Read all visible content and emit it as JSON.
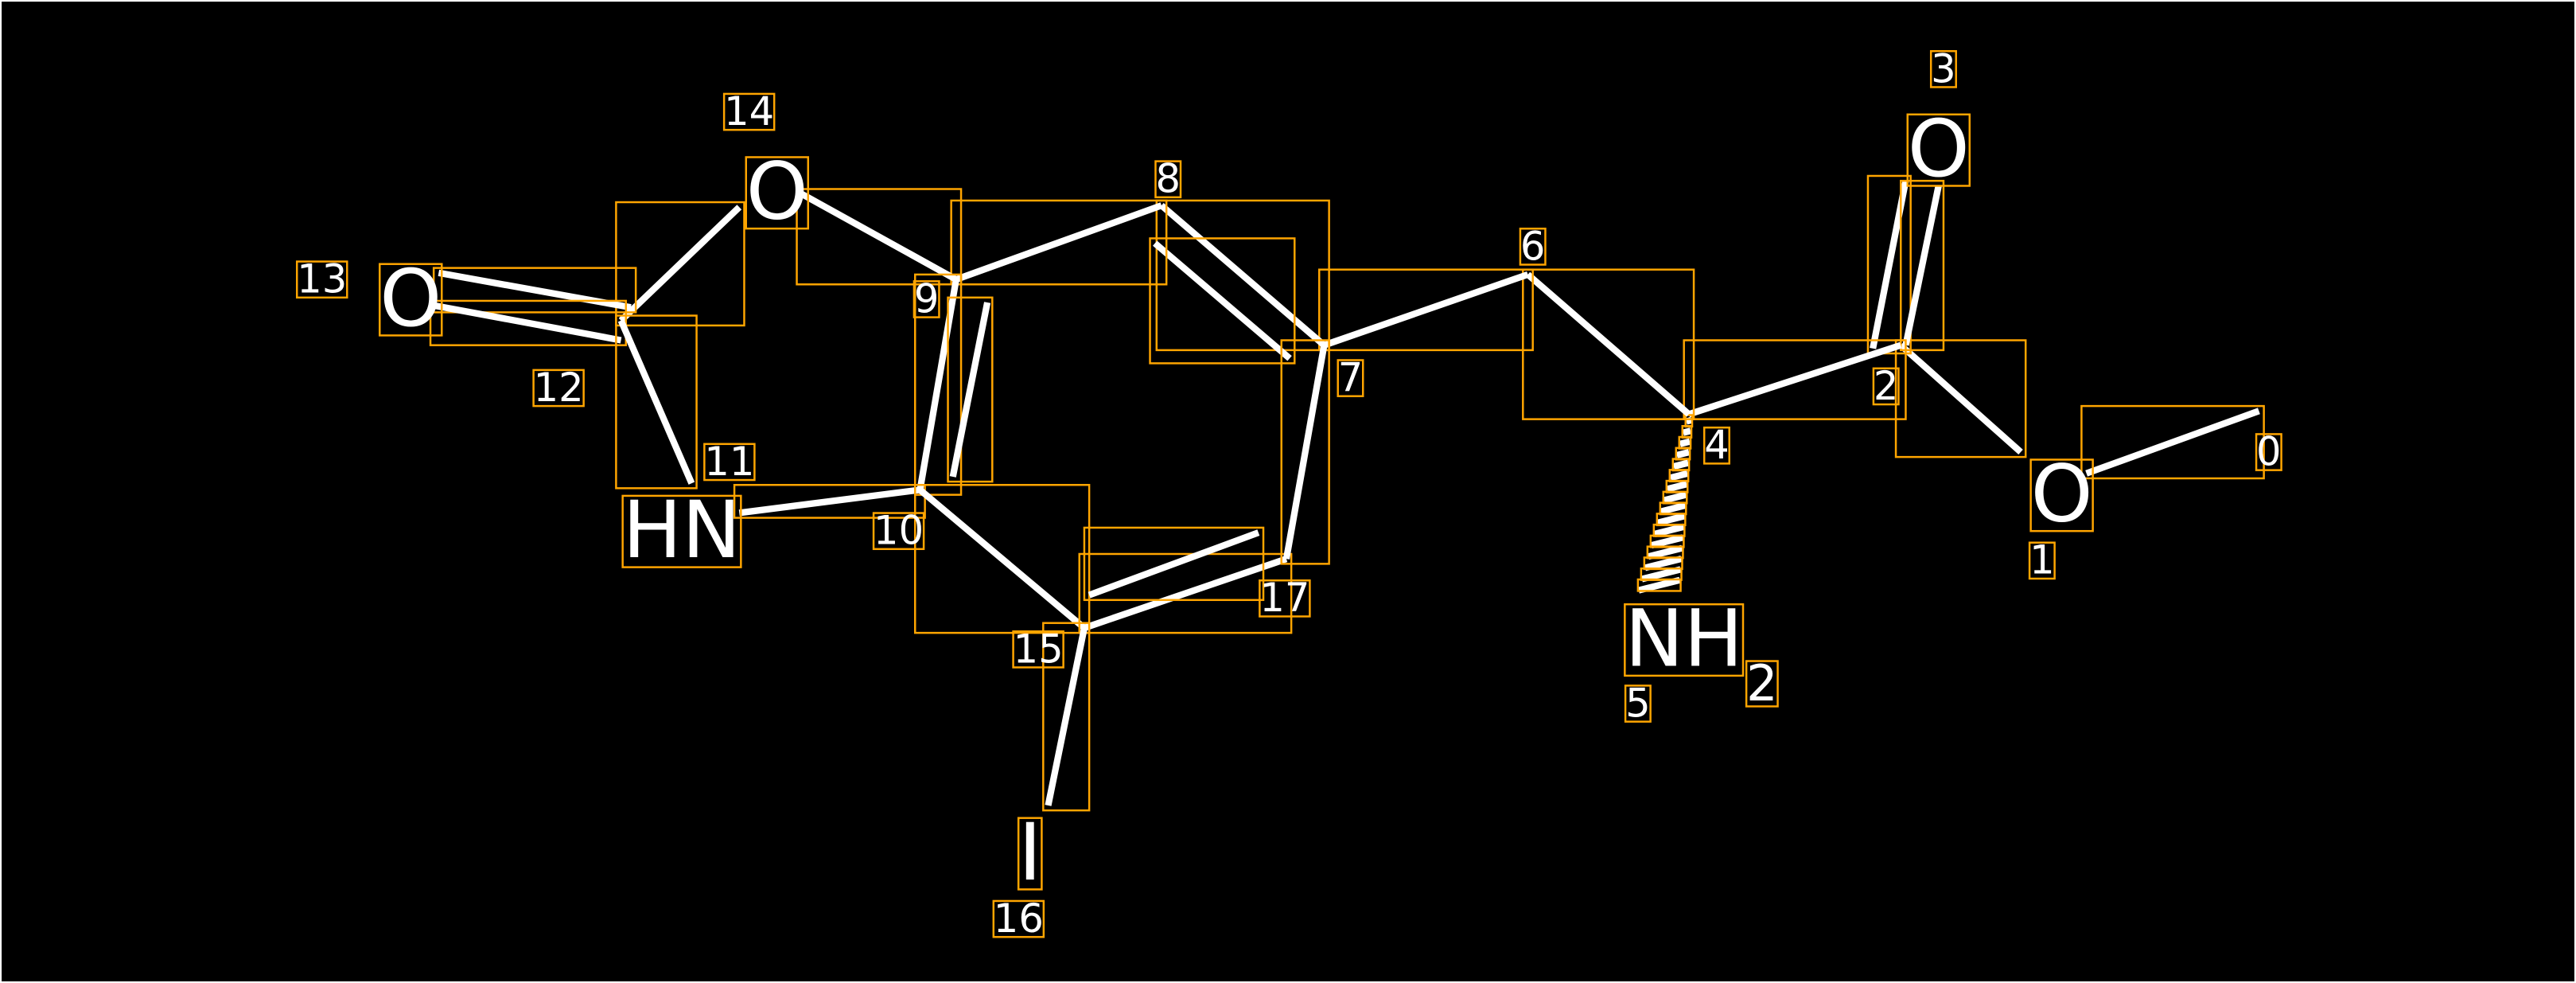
{
  "colors": {
    "background": "#000000",
    "bond": "#ffffff",
    "box": "#FFA500"
  },
  "atoms": [
    {
      "index": "0",
      "symbol": ""
    },
    {
      "index": "1",
      "symbol": "O"
    },
    {
      "index": "2",
      "symbol": ""
    },
    {
      "index": "3",
      "symbol": "O"
    },
    {
      "index": "4",
      "symbol": ""
    },
    {
      "index": "5",
      "symbol": "NH",
      "subscript": "2"
    },
    {
      "index": "6",
      "symbol": ""
    },
    {
      "index": "7",
      "symbol": ""
    },
    {
      "index": "8",
      "symbol": ""
    },
    {
      "index": "9",
      "symbol": ""
    },
    {
      "index": "10",
      "symbol": ""
    },
    {
      "index": "11",
      "symbol": "HN"
    },
    {
      "index": "12",
      "symbol": ""
    },
    {
      "index": "13",
      "symbol": "O"
    },
    {
      "index": "14",
      "symbol": "O"
    },
    {
      "index": "15",
      "symbol": ""
    },
    {
      "index": "16",
      "symbol": "I"
    },
    {
      "index": "17",
      "symbol": ""
    }
  ],
  "bonds": [
    {
      "a": 0,
      "b": 1,
      "order": 1
    },
    {
      "a": 1,
      "b": 2,
      "order": 1
    },
    {
      "a": 2,
      "b": 3,
      "order": 2
    },
    {
      "a": 2,
      "b": 4,
      "order": 1
    },
    {
      "a": 4,
      "b": 5,
      "order": 1,
      "stereo": "hash"
    },
    {
      "a": 4,
      "b": 6,
      "order": 1
    },
    {
      "a": 6,
      "b": 7,
      "order": 1
    },
    {
      "a": 7,
      "b": 8,
      "order": 2
    },
    {
      "a": 8,
      "b": 9,
      "order": 1
    },
    {
      "a": 9,
      "b": 14,
      "order": 1
    },
    {
      "a": 14,
      "b": 12,
      "order": 1
    },
    {
      "a": 12,
      "b": 13,
      "order": 2
    },
    {
      "a": 12,
      "b": 11,
      "order": 1
    },
    {
      "a": 11,
      "b": 10,
      "order": 1
    },
    {
      "a": 10,
      "b": 9,
      "order": 2
    },
    {
      "a": 10,
      "b": 15,
      "order": 1
    },
    {
      "a": 15,
      "b": 17,
      "order": 2
    },
    {
      "a": 17,
      "b": 7,
      "order": 1
    },
    {
      "a": 15,
      "b": 16,
      "order": 1
    }
  ]
}
